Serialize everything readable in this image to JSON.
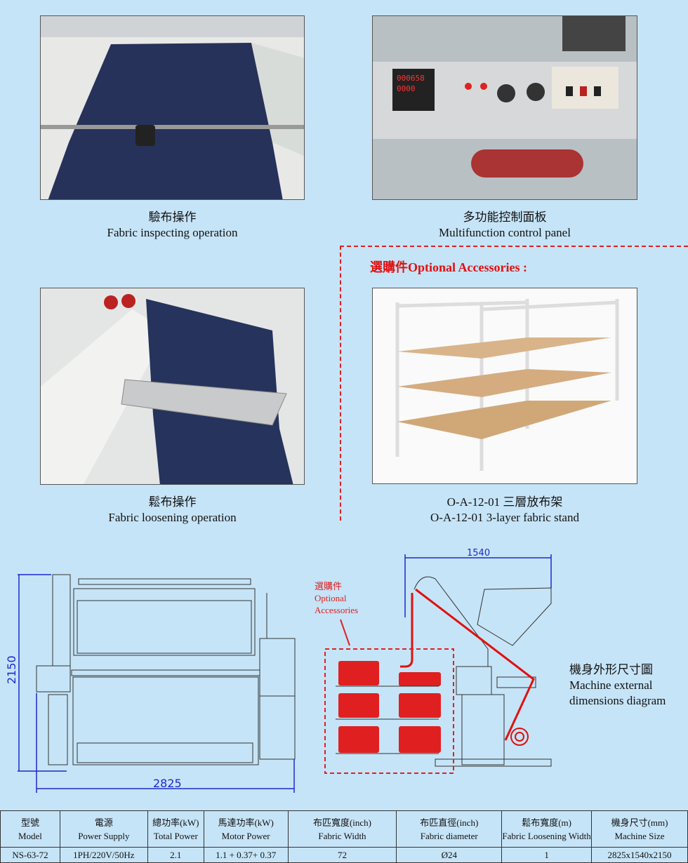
{
  "photos": [
    {
      "cn": "驗布操作",
      "en": "Fabric inspecting operation"
    },
    {
      "cn": "多功能控制面板",
      "en": "Multifunction control panel",
      "display_top": "000658",
      "display_bottom": "0000"
    },
    {
      "cn": "鬆布操作",
      "en": "Fabric loosening operation"
    },
    {
      "cn": "O-A-12-01 三層放布架",
      "en": "O-A-12-01 3-layer fabric stand"
    }
  ],
  "optional_heading": "選購件Optional Accessories :",
  "front_diagram": {
    "height_label": "2150",
    "width_label": "2825"
  },
  "side_diagram": {
    "width_label": "1540",
    "optional_cn": "選購件",
    "optional_en1": "Optional",
    "optional_en2": "Accessories",
    "title_cn": "機身外形尺寸圖",
    "title_en1": "Machine external",
    "title_en2": "dimensions diagram"
  },
  "spec_table": {
    "headers": [
      {
        "cn": "型號",
        "en": "Model"
      },
      {
        "cn": "電源",
        "en": "Power Supply"
      },
      {
        "cn": "總功率(kW)",
        "en": "Total Power"
      },
      {
        "cn": "馬達功率(kW)",
        "en": "Motor Power"
      },
      {
        "cn": "布匹寬度(inch)",
        "en": "Fabric Width"
      },
      {
        "cn": "布匹直徑(inch)",
        "en": "Fabric diameter"
      },
      {
        "cn": "鬆布寬度(m)",
        "en": "Fabric Loosening  Width"
      },
      {
        "cn": "機身尺寸(mm)",
        "en": "Machine Size"
      }
    ],
    "row": [
      "NS-63-72",
      "1PH/220V/50Hz",
      "2.1",
      "1.1 + 0.37+ 0.37",
      "72",
      "Ø24",
      "1",
      "2825x1540x2150"
    ]
  }
}
